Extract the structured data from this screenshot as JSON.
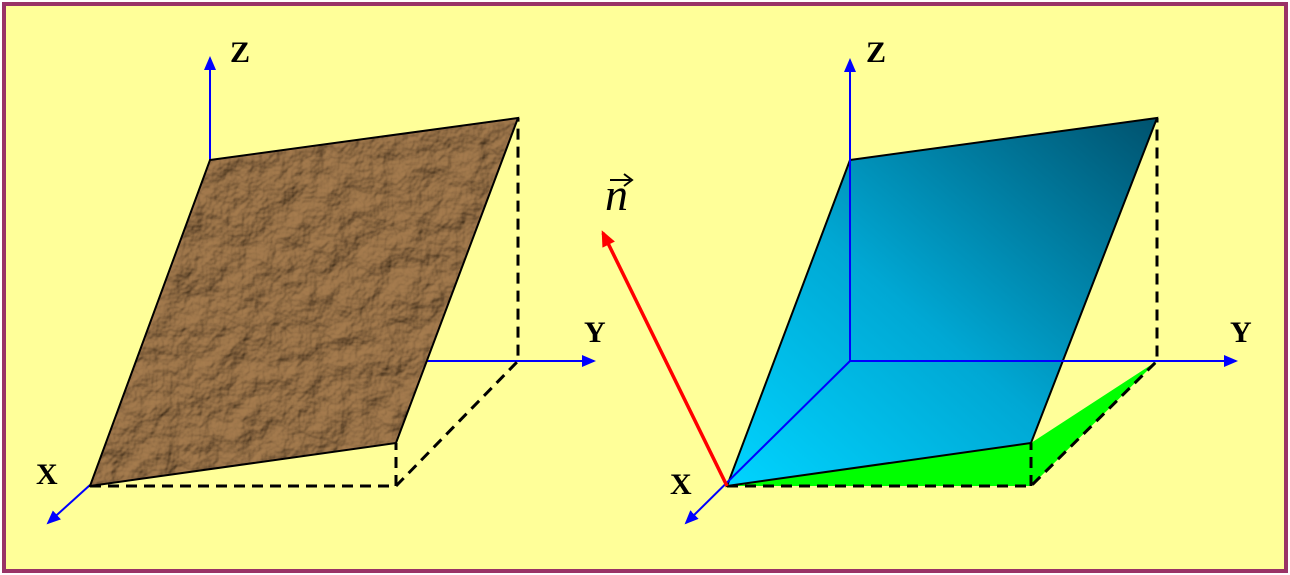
{
  "diagram": {
    "colors": {
      "background": "#ffff99",
      "border": "#993366",
      "axis": "#0000ff",
      "normal_vector": "#ff0000",
      "plane_fill": "#00a8d8",
      "projection_fill": "#00ff00",
      "paper_texture": "#b89a76"
    },
    "left_panel": {
      "axis_labels": {
        "x": "X",
        "y": "Y",
        "z": "Z"
      }
    },
    "right_panel": {
      "axis_labels": {
        "x": "X",
        "y": "Y",
        "z": "Z"
      },
      "normal_vector_label": "n"
    }
  }
}
